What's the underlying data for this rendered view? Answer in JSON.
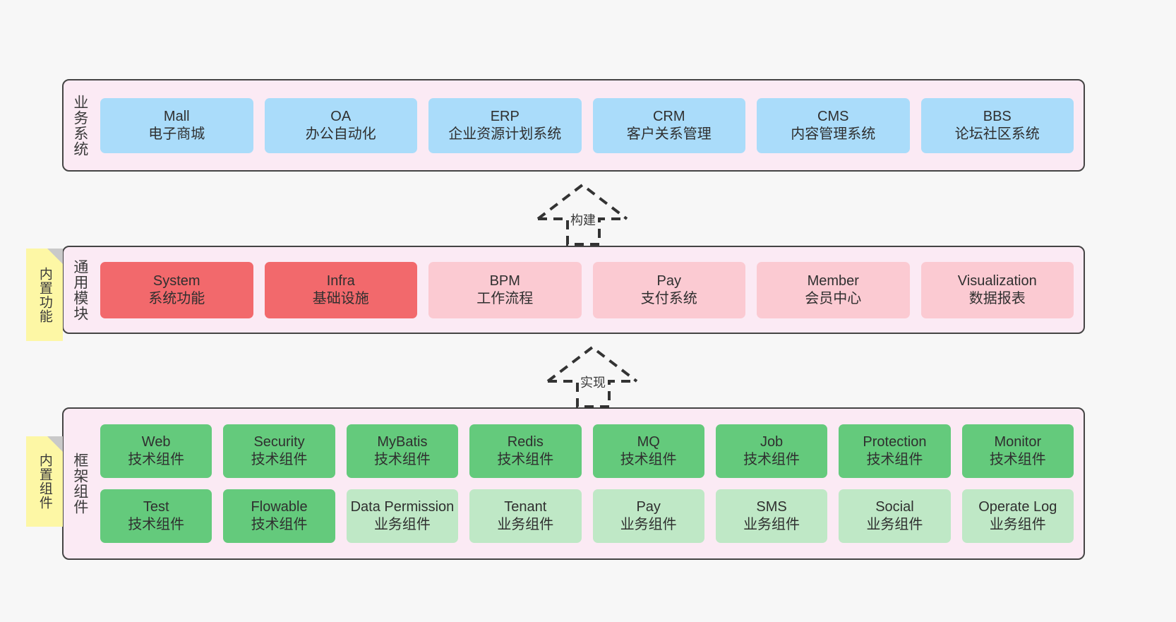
{
  "diagram": {
    "background": "#f7f7f7",
    "panel_bg": "#fbeaf4",
    "panel_border": "#444444"
  },
  "layers": [
    {
      "key": "business",
      "title": "业务系统",
      "note": null,
      "rows": [
        {
          "cards": [
            {
              "en": "Mall",
              "cn": "电子商城",
              "color": "#aadcfa",
              "style": "c-blue"
            },
            {
              "en": "OA",
              "cn": "办公自动化",
              "color": "#aadcfa",
              "style": "c-blue"
            },
            {
              "en": "ERP",
              "cn": "企业资源计划系统",
              "color": "#aadcfa",
              "style": "c-blue"
            },
            {
              "en": "CRM",
              "cn": "客户关系管理",
              "color": "#aadcfa",
              "style": "c-blue"
            },
            {
              "en": "CMS",
              "cn": "内容管理系统",
              "color": "#aadcfa",
              "style": "c-blue"
            },
            {
              "en": "BBS",
              "cn": "论坛社区系统",
              "color": "#aadcfa",
              "style": "c-blue"
            }
          ]
        }
      ]
    },
    {
      "key": "module",
      "title": "通用模块",
      "note": "内置功能",
      "rows": [
        {
          "cards": [
            {
              "en": "System",
              "cn": "系统功能",
              "color": "#f2696c",
              "style": "c-red"
            },
            {
              "en": "Infra",
              "cn": "基础设施",
              "color": "#f2696c",
              "style": "c-red"
            },
            {
              "en": "BPM",
              "cn": "工作流程",
              "color": "#fbcad2",
              "style": "c-pink"
            },
            {
              "en": "Pay",
              "cn": "支付系统",
              "color": "#fbcad2",
              "style": "c-pink"
            },
            {
              "en": "Member",
              "cn": "会员中心",
              "color": "#fbcad2",
              "style": "c-pink"
            },
            {
              "en": "Visualization",
              "cn": "数据报表",
              "color": "#fbcad2",
              "style": "c-pink"
            }
          ]
        }
      ]
    },
    {
      "key": "frame",
      "title": "框架组件",
      "note": "内置组件",
      "rows": [
        {
          "cards": [
            {
              "en": "Web",
              "cn": "技术组件",
              "color": "#64ca7c",
              "style": "c-green"
            },
            {
              "en": "Security",
              "cn": "技术组件",
              "color": "#64ca7c",
              "style": "c-green"
            },
            {
              "en": "MyBatis",
              "cn": "技术组件",
              "color": "#64ca7c",
              "style": "c-green"
            },
            {
              "en": "Redis",
              "cn": "技术组件",
              "color": "#64ca7c",
              "style": "c-green"
            },
            {
              "en": "MQ",
              "cn": "技术组件",
              "color": "#64ca7c",
              "style": "c-green"
            },
            {
              "en": "Job",
              "cn": "技术组件",
              "color": "#64ca7c",
              "style": "c-green"
            },
            {
              "en": "Protection",
              "cn": "技术组件",
              "color": "#64ca7c",
              "style": "c-green"
            },
            {
              "en": "Monitor",
              "cn": "技术组件",
              "color": "#64ca7c",
              "style": "c-green"
            }
          ]
        },
        {
          "cards": [
            {
              "en": "Test",
              "cn": "技术组件",
              "color": "#64ca7c",
              "style": "c-green"
            },
            {
              "en": "Flowable",
              "cn": "技术组件",
              "color": "#64ca7c",
              "style": "c-green"
            },
            {
              "en": "Data Permission",
              "cn": "业务组件",
              "color": "#bfe8c6",
              "style": "c-lgreen"
            },
            {
              "en": "Tenant",
              "cn": "业务组件",
              "color": "#bfe8c6",
              "style": "c-lgreen"
            },
            {
              "en": "Pay",
              "cn": "业务组件",
              "color": "#bfe8c6",
              "style": "c-lgreen"
            },
            {
              "en": "SMS",
              "cn": "业务组件",
              "color": "#bfe8c6",
              "style": "c-lgreen"
            },
            {
              "en": "Social",
              "cn": "业务组件",
              "color": "#bfe8c6",
              "style": "c-lgreen"
            },
            {
              "en": "Operate Log",
              "cn": "业务组件",
              "color": "#bfe8c6",
              "style": "c-lgreen"
            }
          ]
        }
      ]
    }
  ],
  "connectors": [
    {
      "key": "build",
      "label": "构建",
      "from": "module",
      "to": "business"
    },
    {
      "key": "implement",
      "label": "实现",
      "from": "frame",
      "to": "module"
    }
  ]
}
